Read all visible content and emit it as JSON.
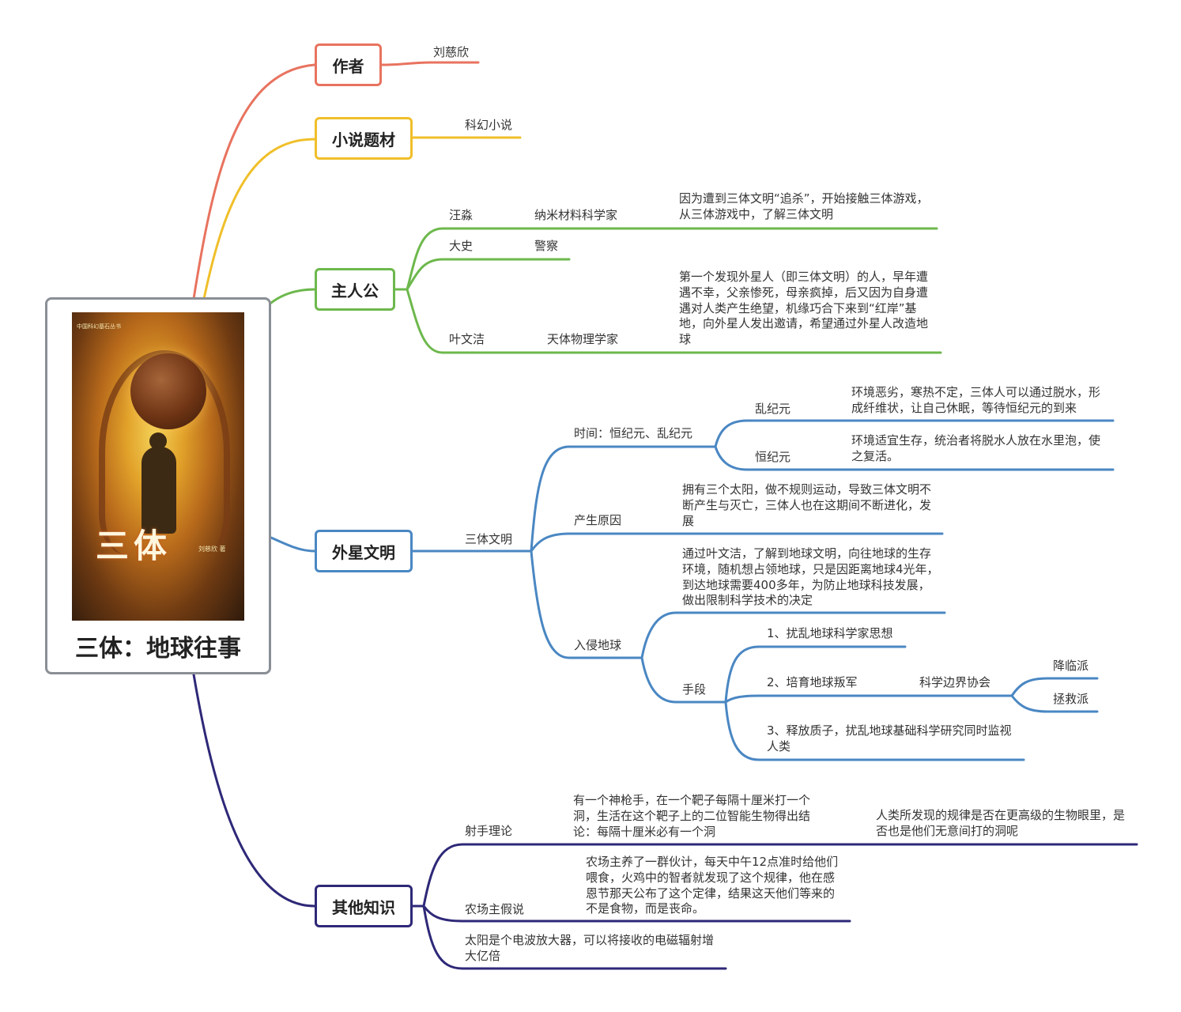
{
  "root": {
    "title": "三体：地球往事",
    "cover": {
      "series": "中国科幻基石丛书",
      "title": "三体",
      "author": "刘慈欣 著"
    }
  },
  "colors": {
    "author": "#e8735f",
    "genre": "#f0bf2a",
    "protagonist": "#6db84c",
    "alien": "#4a87c3",
    "other": "#2e2878",
    "root_border": "#8a8f96"
  },
  "branches": {
    "author": {
      "label": "作者",
      "value": "刘慈欣"
    },
    "genre": {
      "label": "小说题材",
      "value": "科幻小说"
    },
    "protagonist": {
      "label": "主人公",
      "items": [
        {
          "name": "汪淼",
          "role": "纳米材料科学家",
          "desc": "因为遭到三体文明“追杀”，开始接触三体游戏，从三体游戏中，了解三体文明"
        },
        {
          "name": "大史",
          "role": "警察"
        },
        {
          "name": "叶文洁",
          "role": "天体物理学家",
          "desc": "第一个发现外星人（即三体文明）的人，早年遭遇不幸，父亲惨死，母亲疯掉，后又因为自身遭遇对人类产生绝望，机缘巧合下来到“红岸”基地，向外星人发出邀请，希望通过外星人改造地球"
        }
      ]
    },
    "alien": {
      "label": "外星文明",
      "sub": "三体文明",
      "time": {
        "label": "时间：恒纪元、乱纪元",
        "chaotic": {
          "label": "乱纪元",
          "desc": "环境恶劣，寒热不定，三体人可以通过脱水，形成纤维状，让自己休眠，等待恒纪元的到来"
        },
        "stable": {
          "label": "恒纪元",
          "desc": "环境适宜生存，统治者将脱水人放在水里泡，使之复活。"
        }
      },
      "cause": {
        "label": "产生原因",
        "desc": "拥有三个太阳，做不规则运动，导致三体文明不断产生与灭亡，三体人也在这期间不断进化，发展"
      },
      "invasion": {
        "label": "入侵地球",
        "desc": "通过叶文洁，了解到地球文明，向往地球的生存环境，随机想占领地球，只是因距离地球4光年，到达地球需要400多年，为防止地球科技发展，做出限制科学技术的决定",
        "means": {
          "label": "手段",
          "m1": "1、扰乱地球科学家思想",
          "m2": "2、培育地球叛军",
          "org": "科学边界协会",
          "f1": "降临派",
          "f2": "拯救派",
          "m3": "3、释放质子，扰乱地球基础科学研究同时监视人类"
        }
      }
    },
    "other": {
      "label": "其他知识",
      "shooter": {
        "label": "射手理论",
        "desc": "有一个神枪手，在一个靶子每隔十厘米打一个洞，生活在这个靶子上的二位智能生物得出结论：每隔十厘米必有一个洞",
        "question": "人类所发现的规律是否在更高级的生物眼里，是否也是他们无意间打的洞呢"
      },
      "farmer": {
        "label": "农场主假说",
        "desc": "农场主养了一群伙计，每天中午12点准时给他们喂食，火鸡中的智者就发现了这个规律，他在感恩节那天公布了这个定律，结果这天他们等来的不是食物，而是丧命。"
      },
      "sun": "太阳是个电波放大器，可以将接收的电磁辐射增大亿倍"
    }
  }
}
